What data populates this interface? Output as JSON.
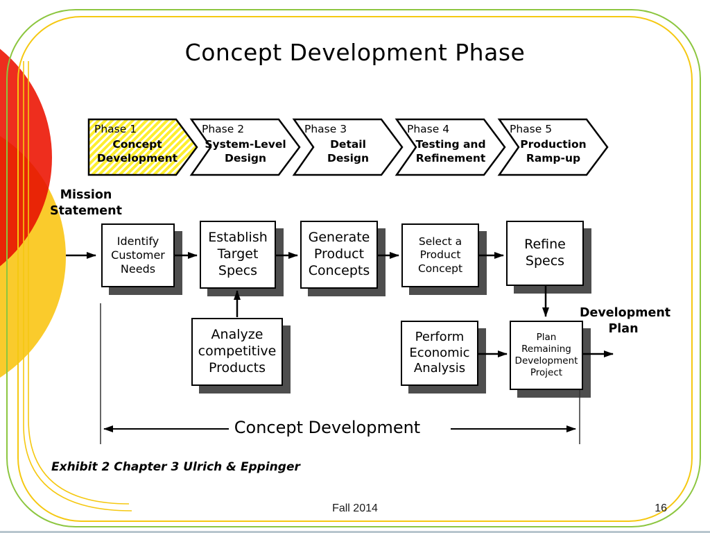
{
  "slide": {
    "title": "Concept Development Phase",
    "exhibit": "Exhibit 2 Chapter 3 Ulrich & Eppinger",
    "footer": {
      "date": "Fall 2014",
      "page": "16"
    }
  },
  "phases": [
    {
      "label": "Phase 1",
      "name": "Concept\nDevelopment",
      "highlighted": true
    },
    {
      "label": "Phase 2",
      "name": "System-Level\nDesign",
      "highlighted": false
    },
    {
      "label": "Phase 3",
      "name": "Detail\nDesign",
      "highlighted": false
    },
    {
      "label": "Phase 4",
      "name": "Testing and\nRefinement",
      "highlighted": false
    },
    {
      "label": "Phase 5",
      "name": "Production\nRamp-up",
      "highlighted": false
    }
  ],
  "flow": {
    "input_label": "Mission\nStatement",
    "output_label": "Development\nPlan",
    "bracket_label": "Concept Development",
    "boxes": [
      {
        "text": "Identify\nCustomer\nNeeds"
      },
      {
        "text": "Establish\nTarget\nSpecs"
      },
      {
        "text": "Generate\nProduct\nConcepts"
      },
      {
        "text": "Select a\nProduct\nConcept"
      },
      {
        "text": "Refine\nSpecs"
      },
      {
        "text": "Analyze\ncompetitive\nProducts"
      },
      {
        "text": "Perform\nEconomic\nAnalysis"
      },
      {
        "text": "Plan\nRemaining\nDevelopment\nProject"
      }
    ]
  },
  "colors": {
    "frame_outer": "#8cc63f",
    "frame_inner": "#f5c811",
    "circle_red": "#ee2e1e",
    "circle_yellow": "#facb2c",
    "highlight_hatch": "#fdee30",
    "box_shadow": "#4e4e4e"
  }
}
